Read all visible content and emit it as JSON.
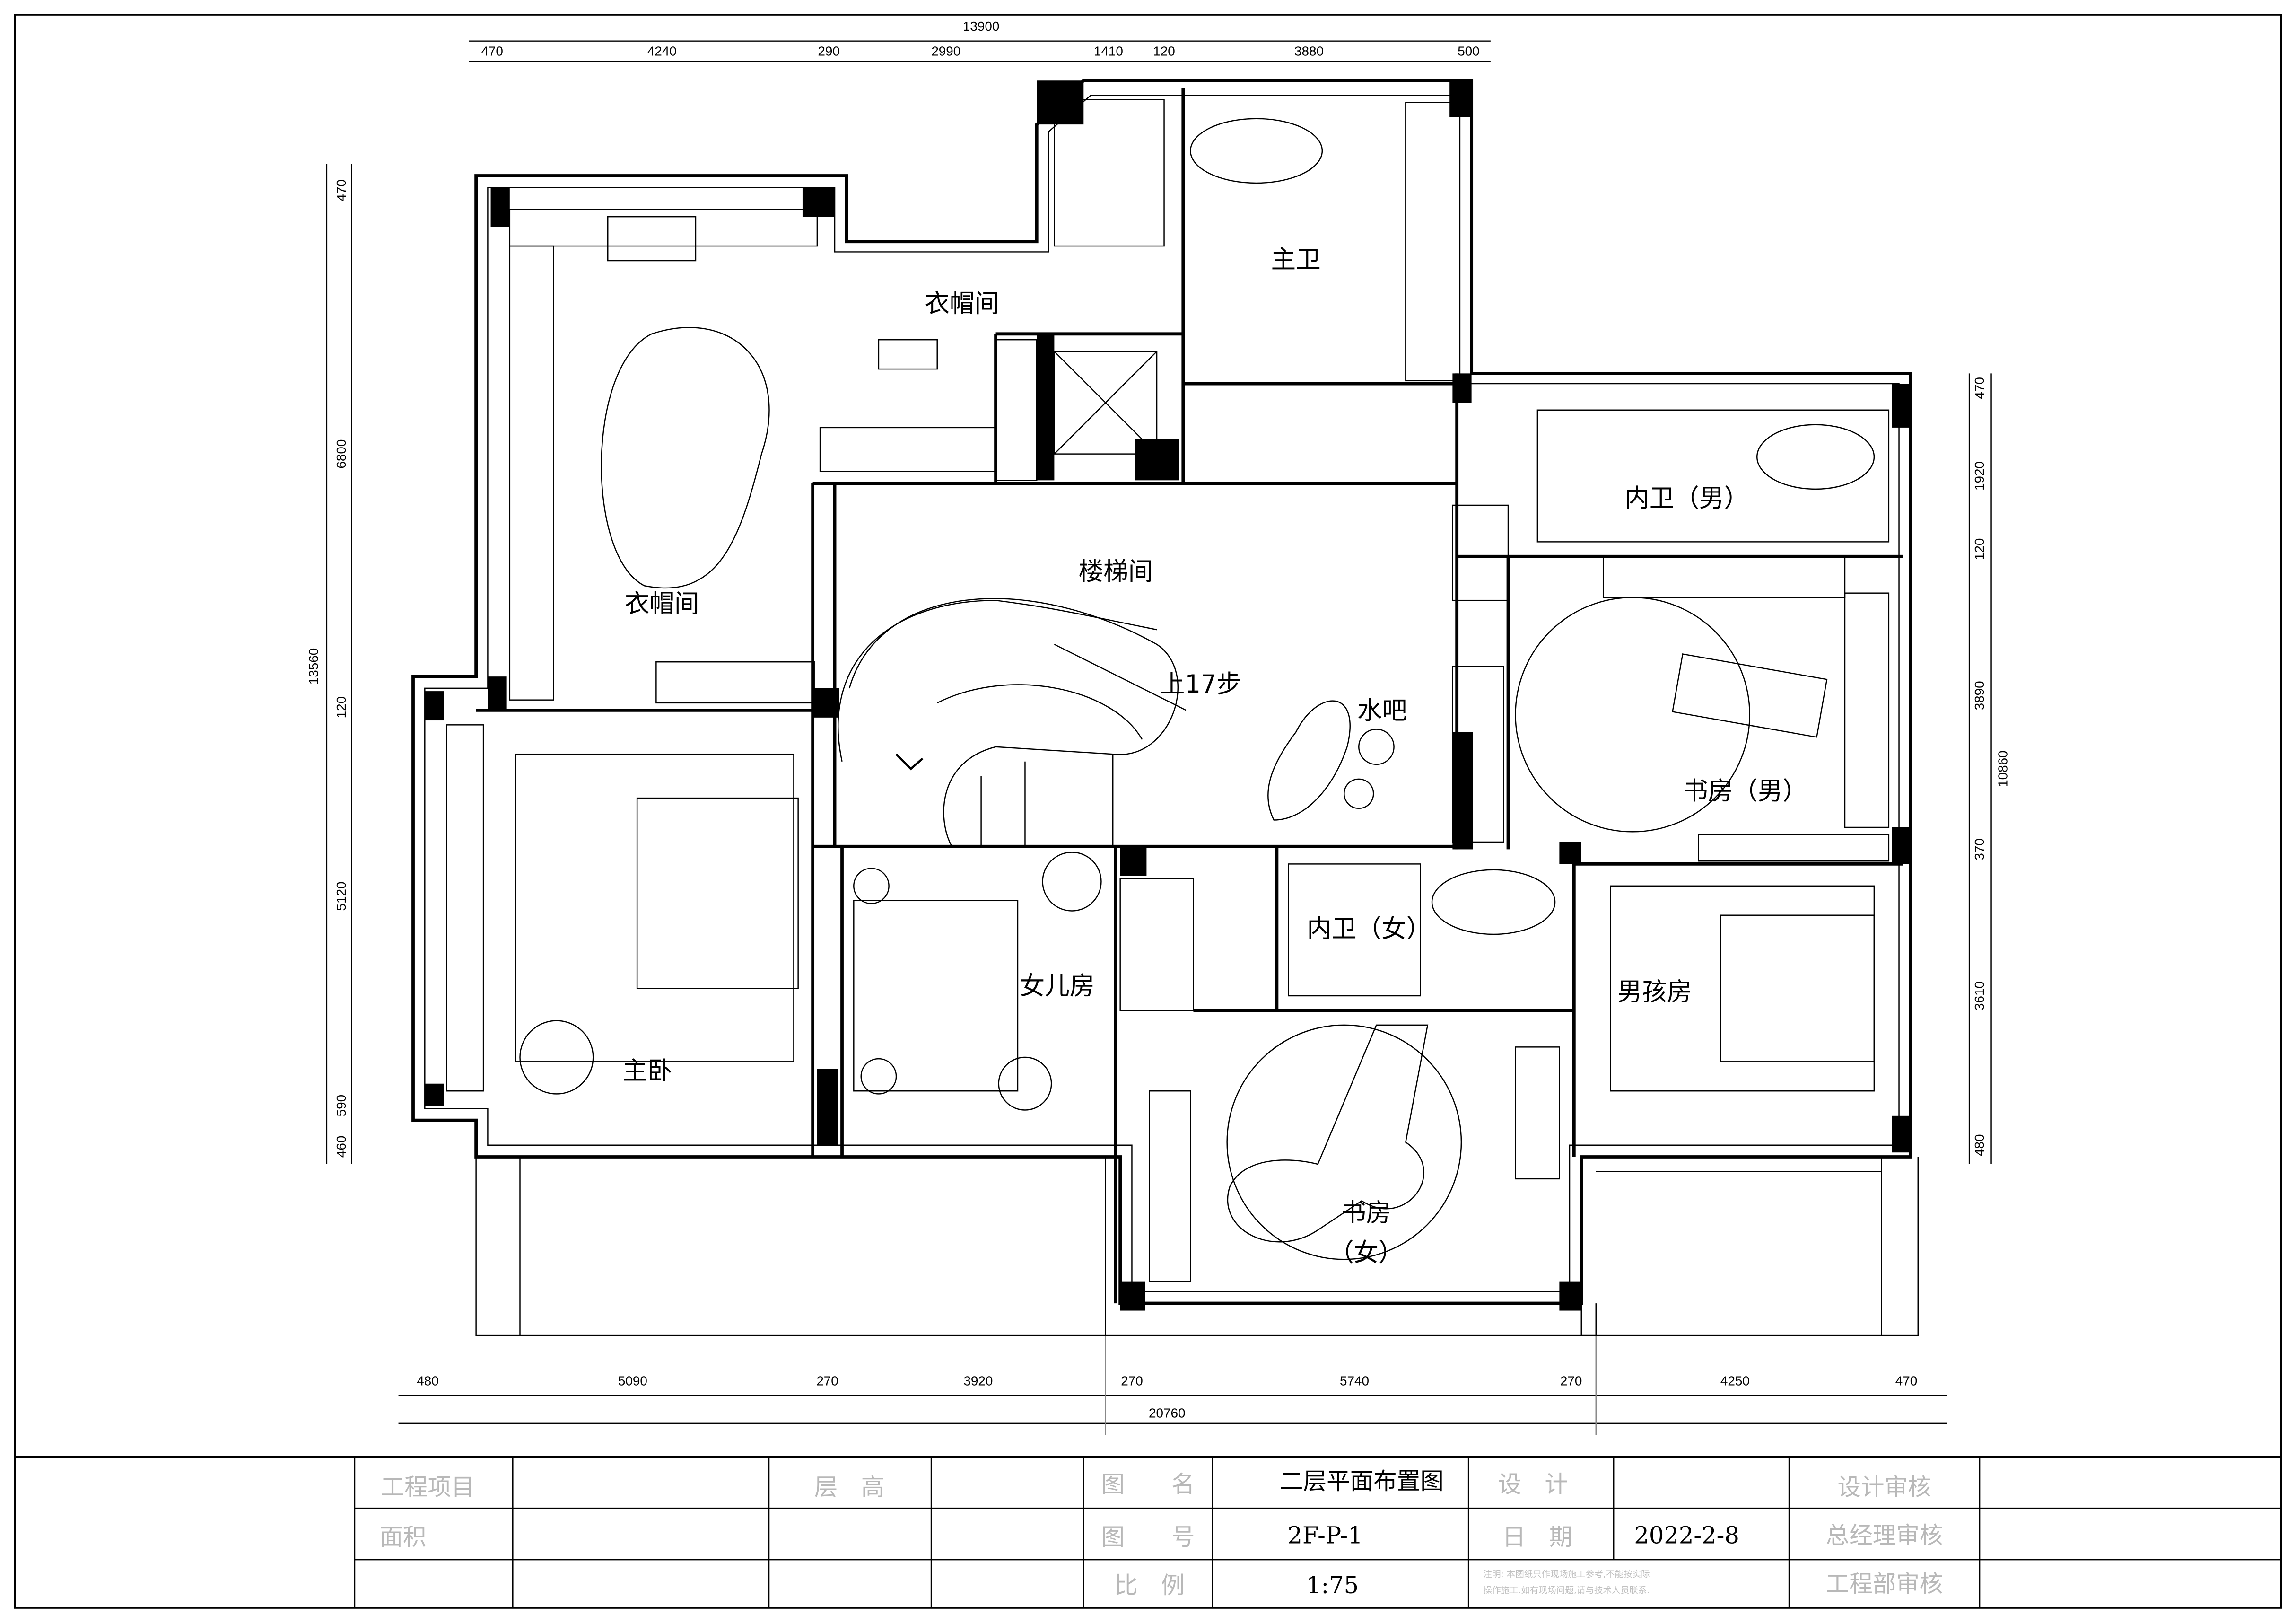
{
  "drawing": {
    "rooms": {
      "cloakroom_top": "衣帽间",
      "master_bath": "主卫",
      "cloakroom_left": "衣帽间",
      "stairwell": "楼梯间",
      "stair_note": "上17步",
      "water_bar": "水吧",
      "bath_boy": "内卫（男）",
      "study_boy": "书房（男）",
      "daughter_room": "女儿房",
      "bath_girl": "内卫（女）",
      "boy_room": "男孩房",
      "master_bedroom": "主卧",
      "study_girl_1": "书房",
      "study_girl_2": "（女）"
    },
    "dims_top": {
      "total": "13900",
      "segments": [
        "470",
        "4240",
        "290",
        "2990",
        "1410",
        "120",
        "3880",
        "500"
      ]
    },
    "dims_left": {
      "total": "13560",
      "segments": [
        "470",
        "6800",
        "120",
        "5120",
        "590",
        "460"
      ]
    },
    "dims_right": {
      "total": "10860",
      "segments": [
        "470",
        "1920",
        "120",
        "3890",
        "370",
        "3610",
        "480"
      ]
    },
    "dims_bottom": {
      "total": "20760",
      "segments": [
        "480",
        "5090",
        "270",
        "3920",
        "270",
        "5740",
        "270",
        "4250",
        "470"
      ]
    }
  },
  "title_block": {
    "project_label": "工程项目",
    "floor_height_label": "层　高",
    "drawing_name_label": "图　　名",
    "drawing_name": "二层平面布置图",
    "design_label": "设　计",
    "design_review_label": "设计审核",
    "area_label": "面积",
    "drawing_no_label": "图　　号",
    "drawing_no": "2F-P-1",
    "date_label": "日　期",
    "date": "2022-2-8",
    "gm_review_label": "总经理审核",
    "scale_label": "比　例",
    "scale": "1:75",
    "note_line1": "注明: 本图纸只作现场施工参考,不能按实际",
    "note_line2": "操作施工.如有现场问题,请与技术人员联系.",
    "eng_review_label": "工程部审核"
  }
}
